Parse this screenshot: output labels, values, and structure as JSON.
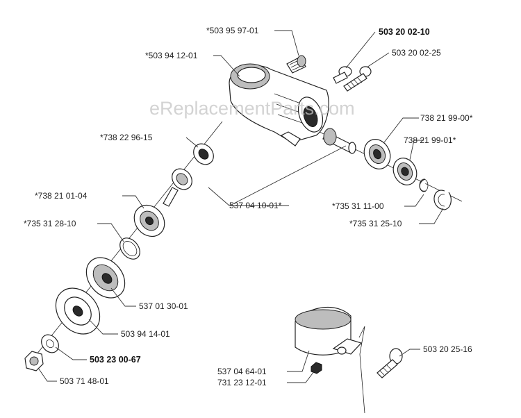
{
  "watermark": "eReplacementParts.com",
  "labels": {
    "l_503_95_97_01": "*503 95 97-01",
    "l_503_20_02_10": "503 20 02-10",
    "l_503_20_02_25": "503 20 02-25",
    "l_503_94_12_01": "*503 94 12-01",
    "l_738_21_99_00": "738 21 99-00*",
    "l_738_22_96_15": "*738 22 96-15",
    "l_738_21_99_01": "738 21 99-01*",
    "l_738_21_01_04": "*738 21 01-04",
    "l_537_04_10_01": "537 04 10-01*",
    "l_735_31_11_00": "*735 31 11-00",
    "l_735_31_28_10": "*735 31 28-10",
    "l_735_31_25_10": "*735 31 25-10",
    "l_537_01_30_01": "537 01 30-01",
    "l_503_94_14_01": "503 94 14-01",
    "l_503_23_00_67": "503 23 00-67",
    "l_503_20_25_16": "503 20 25-16",
    "l_537_04_64_01": "537 04 64-01",
    "l_731_23_12_01": "731 23 12-01",
    "l_503_71_48_01": "503 71 48-01"
  }
}
